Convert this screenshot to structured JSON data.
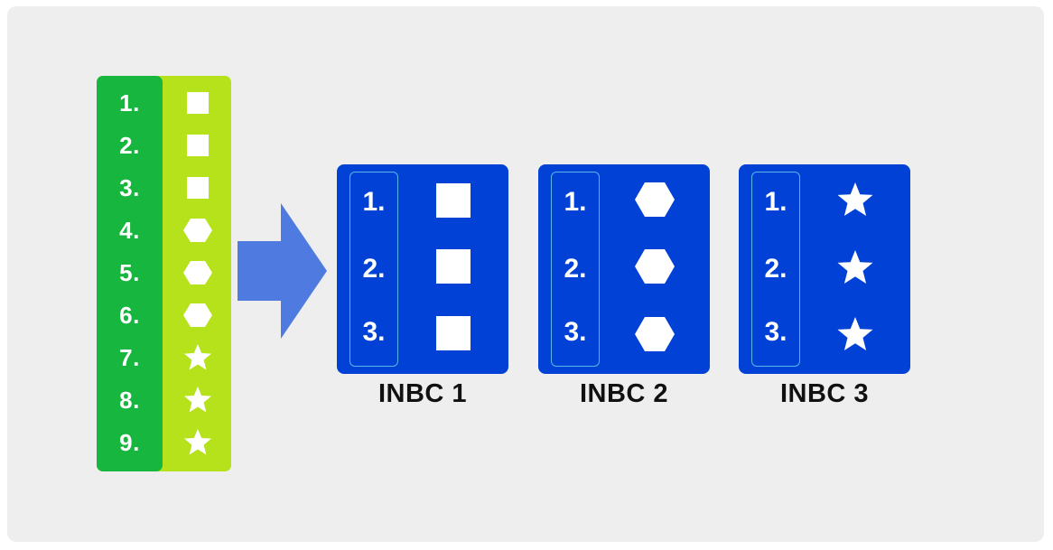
{
  "colors": {
    "background_panel": "#eeeeee",
    "number_column": "#17b63f",
    "shape_column": "#b5e21b",
    "arrow": "#4f7be0",
    "card": "#0241d6",
    "card_inner_border": "#56b8e8",
    "shape_fill": "#ffffff"
  },
  "source_list": {
    "items": [
      {
        "number": "1.",
        "shape": "square-icon"
      },
      {
        "number": "2.",
        "shape": "square-icon"
      },
      {
        "number": "3.",
        "shape": "square-icon"
      },
      {
        "number": "4.",
        "shape": "hexagon-icon"
      },
      {
        "number": "5.",
        "shape": "hexagon-icon"
      },
      {
        "number": "6.",
        "shape": "hexagon-icon"
      },
      {
        "number": "7.",
        "shape": "star-icon"
      },
      {
        "number": "8.",
        "shape": "star-icon"
      },
      {
        "number": "9.",
        "shape": "star-icon"
      }
    ]
  },
  "arrow": {
    "icon": "right-arrow-icon"
  },
  "cards": [
    {
      "label": "INBC 1",
      "items": [
        {
          "number": "1.",
          "shape": "square-icon"
        },
        {
          "number": "2.",
          "shape": "square-icon"
        },
        {
          "number": "3.",
          "shape": "square-icon"
        }
      ]
    },
    {
      "label": "INBC 2",
      "items": [
        {
          "number": "1.",
          "shape": "hexagon-icon"
        },
        {
          "number": "2.",
          "shape": "hexagon-icon"
        },
        {
          "number": "3.",
          "shape": "hexagon-icon"
        }
      ]
    },
    {
      "label": "INBC 3",
      "items": [
        {
          "number": "1.",
          "shape": "star-icon"
        },
        {
          "number": "2.",
          "shape": "star-icon"
        },
        {
          "number": "3.",
          "shape": "star-icon"
        }
      ]
    }
  ]
}
